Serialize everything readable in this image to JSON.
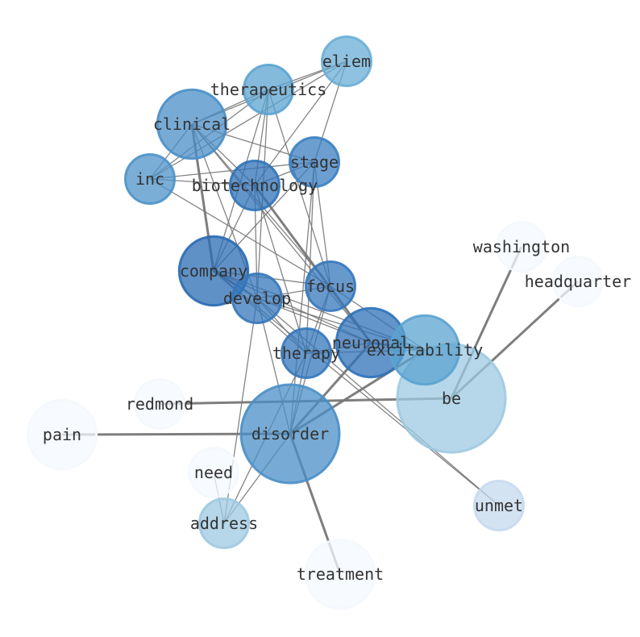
{
  "graph": {
    "nodes": [
      {
        "id": "eliem",
        "label": "eliem",
        "size": 0.5,
        "fill": "#6aaed6",
        "stroke": "#6aaed6"
      },
      {
        "id": "therapeutics",
        "label": "therapeutics",
        "size": 0.5,
        "fill": "#5ba3d0",
        "stroke": "#5ba3d0"
      },
      {
        "id": "clinical",
        "label": "clinical",
        "size": 0.7,
        "fill": "#4a8fc7",
        "stroke": "#4a8fc7"
      },
      {
        "id": "stage",
        "label": "stage",
        "size": 0.5,
        "fill": "#3b7fc0",
        "stroke": "#3b7fc0"
      },
      {
        "id": "inc",
        "label": "inc",
        "size": 0.5,
        "fill": "#4d93c8",
        "stroke": "#4d93c8"
      },
      {
        "id": "biotechnology",
        "label": "biotechnology",
        "size": 0.5,
        "fill": "#2f72b8",
        "stroke": "#2f72b8"
      },
      {
        "id": "company",
        "label": "company",
        "size": 0.7,
        "fill": "#2a6cb3",
        "stroke": "#2a6cb3"
      },
      {
        "id": "focus",
        "label": "focus",
        "size": 0.5,
        "fill": "#3577bb",
        "stroke": "#3577bb"
      },
      {
        "id": "develop",
        "label": "develop",
        "size": 0.5,
        "fill": "#3577bb",
        "stroke": "#3577bb"
      },
      {
        "id": "neuronal",
        "label": "neuronal",
        "size": 0.7,
        "fill": "#2f72b8",
        "stroke": "#2f72b8"
      },
      {
        "id": "excitability",
        "label": "excitability",
        "size": 0.7,
        "fill": "#5ba3d0",
        "stroke": "#5ba3d0"
      },
      {
        "id": "therapy",
        "label": "therapy",
        "size": 0.5,
        "fill": "#3577bb",
        "stroke": "#3577bb"
      },
      {
        "id": "be",
        "label": "be",
        "size": 1.1,
        "fill": "#9ecae1",
        "stroke": "#9ecae1"
      },
      {
        "id": "disorder",
        "label": "disorder",
        "size": 1.0,
        "fill": "#4a8fc7",
        "stroke": "#4a8fc7"
      },
      {
        "id": "washington",
        "label": "washington",
        "size": 0.5,
        "fill": "#f4f8fd",
        "stroke": "#f4f8fd"
      },
      {
        "id": "headquarter",
        "label": "headquarter",
        "size": 0.5,
        "fill": "#f4f8fd",
        "stroke": "#f4f8fd"
      },
      {
        "id": "redmond",
        "label": "redmond",
        "size": 0.5,
        "fill": "#f4f8fd",
        "stroke": "#f4f8fd"
      },
      {
        "id": "pain",
        "label": "pain",
        "size": 0.7,
        "fill": "#f4f8fd",
        "stroke": "#f4f8fd"
      },
      {
        "id": "need",
        "label": "need",
        "size": 0.5,
        "fill": "#f4f8fd",
        "stroke": "#f4f8fd"
      },
      {
        "id": "address",
        "label": "address",
        "size": 0.5,
        "fill": "#9ecae1",
        "stroke": "#9ecae1"
      },
      {
        "id": "unmet",
        "label": "unmet",
        "size": 0.5,
        "fill": "#c6d9ee",
        "stroke": "#c6d9ee"
      },
      {
        "id": "treatment",
        "label": "treatment",
        "size": 0.7,
        "fill": "#f4f8fd",
        "stroke": "#f4f8fd"
      }
    ],
    "edges": [
      {
        "source": "clinical",
        "target": "therapeutics",
        "weight": 1
      },
      {
        "source": "clinical",
        "target": "eliem",
        "weight": 1
      },
      {
        "source": "clinical",
        "target": "stage",
        "weight": 1
      },
      {
        "source": "clinical",
        "target": "biotechnology",
        "weight": 1
      },
      {
        "source": "clinical",
        "target": "company",
        "weight": 2
      },
      {
        "source": "clinical",
        "target": "develop",
        "weight": 1
      },
      {
        "source": "clinical",
        "target": "neuronal",
        "weight": 1
      },
      {
        "source": "clinical",
        "target": "focus",
        "weight": 1
      },
      {
        "source": "inc",
        "target": "therapeutics",
        "weight": 1
      },
      {
        "source": "inc",
        "target": "eliem",
        "weight": 1
      },
      {
        "source": "inc",
        "target": "stage",
        "weight": 1
      },
      {
        "source": "inc",
        "target": "biotechnology",
        "weight": 1
      },
      {
        "source": "inc",
        "target": "focus",
        "weight": 1
      },
      {
        "source": "inc",
        "target": "clinical",
        "weight": 1
      },
      {
        "source": "eliem",
        "target": "stage",
        "weight": 1
      },
      {
        "source": "eliem",
        "target": "biotechnology",
        "weight": 1
      },
      {
        "source": "therapeutics",
        "target": "biotechnology",
        "weight": 1
      },
      {
        "source": "therapeutics",
        "target": "company",
        "weight": 1
      },
      {
        "source": "therapeutics",
        "target": "focus",
        "weight": 1
      },
      {
        "source": "therapeutics",
        "target": "eliem",
        "weight": 1
      },
      {
        "source": "therapeutics",
        "target": "develop",
        "weight": 1
      },
      {
        "source": "stage",
        "target": "biotechnology",
        "weight": 1
      },
      {
        "source": "stage",
        "target": "company",
        "weight": 1
      },
      {
        "source": "stage",
        "target": "focus",
        "weight": 1
      },
      {
        "source": "stage",
        "target": "therapy",
        "weight": 1
      },
      {
        "source": "stage",
        "target": "disorder",
        "weight": 1
      },
      {
        "source": "biotechnology",
        "target": "company",
        "weight": 1
      },
      {
        "source": "biotechnology",
        "target": "develop",
        "weight": 1
      },
      {
        "source": "biotechnology",
        "target": "neuronal",
        "weight": 2
      },
      {
        "source": "biotechnology",
        "target": "therapy",
        "weight": 1
      },
      {
        "source": "company",
        "target": "develop",
        "weight": 2
      },
      {
        "source": "company",
        "target": "focus",
        "weight": 1
      },
      {
        "source": "company",
        "target": "neuronal",
        "weight": 1
      },
      {
        "source": "company",
        "target": "excitability",
        "weight": 1
      },
      {
        "source": "company",
        "target": "therapy",
        "weight": 1
      },
      {
        "source": "develop",
        "target": "focus",
        "weight": 1
      },
      {
        "source": "develop",
        "target": "neuronal",
        "weight": 1
      },
      {
        "source": "develop",
        "target": "excitability",
        "weight": 1
      },
      {
        "source": "develop",
        "target": "therapy",
        "weight": 1
      },
      {
        "source": "develop",
        "target": "unmet",
        "weight": 1
      },
      {
        "source": "develop",
        "target": "address",
        "weight": 1
      },
      {
        "source": "focus",
        "target": "neuronal",
        "weight": 1
      },
      {
        "source": "focus",
        "target": "excitability",
        "weight": 1
      },
      {
        "source": "focus",
        "target": "therapy",
        "weight": 1
      },
      {
        "source": "focus",
        "target": "disorder",
        "weight": 1
      },
      {
        "source": "neuronal",
        "target": "excitability",
        "weight": 2
      },
      {
        "source": "neuronal",
        "target": "disorder",
        "weight": 2
      },
      {
        "source": "neuronal",
        "target": "therapy",
        "weight": 1
      },
      {
        "source": "excitability",
        "target": "disorder",
        "weight": 2
      },
      {
        "source": "excitability",
        "target": "therapy",
        "weight": 1
      },
      {
        "source": "therapy",
        "target": "disorder",
        "weight": 1
      },
      {
        "source": "therapy",
        "target": "address",
        "weight": 1
      },
      {
        "source": "disorder",
        "target": "treatment",
        "weight": 2
      },
      {
        "source": "disorder",
        "target": "pain",
        "weight": 2
      },
      {
        "source": "disorder",
        "target": "address",
        "weight": 1
      },
      {
        "source": "need",
        "target": "address",
        "weight": 1
      },
      {
        "source": "be",
        "target": "redmond",
        "weight": 2
      },
      {
        "source": "be",
        "target": "washington",
        "weight": 2
      },
      {
        "source": "be",
        "target": "headquarter",
        "weight": 2
      },
      {
        "source": "company",
        "target": "unmet",
        "weight": 1
      },
      {
        "source": "disorder",
        "target": "develop",
        "weight": 1
      }
    ]
  }
}
